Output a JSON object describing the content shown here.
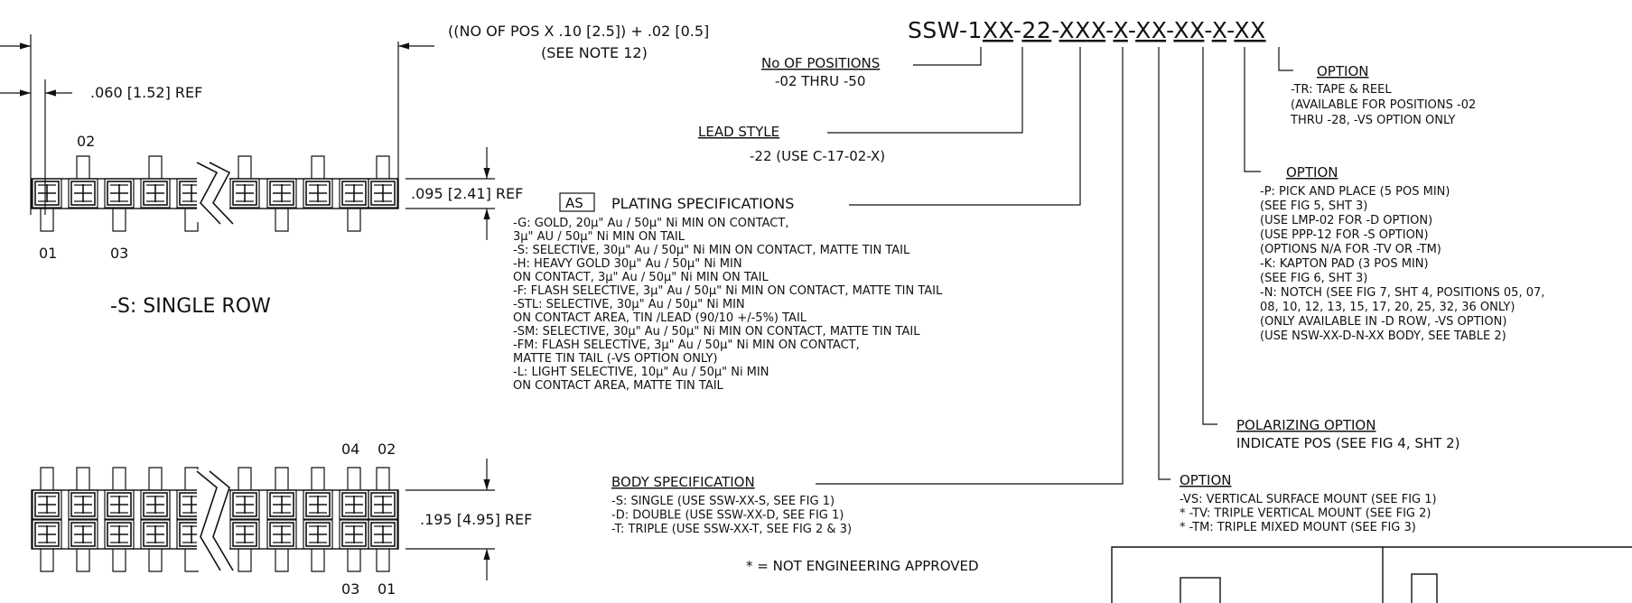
{
  "part_number": {
    "pre1": "SSW-1",
    "seg_positions": "XX",
    "dash1": "-",
    "seg_lead": "22",
    "dash2": "-",
    "seg_plating": "XXX",
    "dash3": "-",
    "seg_body": "X",
    "dash4": "-",
    "seg_option_vs": "XX",
    "dash5": "-",
    "seg_polarizing": "XX",
    "dash6": "-",
    "seg_option_p": "X",
    "dash7": "-",
    "seg_option_tr": "XX"
  },
  "dimensions": {
    "overall_line1": "((NO OF POS X .10 [2.5]) + .02 [0.5]",
    "overall_line2": "(SEE NOTE 12)",
    "pitch_ref": ".060 [1.52]  REF",
    "single_height": ".095 [2.41]  REF",
    "double_height": ".195 [4.95]  REF"
  },
  "single_row": {
    "label_02": "02",
    "label_01": "01",
    "label_03": "03",
    "caption": "-S: SINGLE ROW"
  },
  "double_row": {
    "label_04": "04",
    "label_02": "02",
    "label_03": "03",
    "label_01": "01"
  },
  "positions": {
    "title": "No OF POSITIONS",
    "line1": "-02 THRU -50"
  },
  "lead_style": {
    "title": "LEAD STYLE",
    "line1": "-22 (USE C-17-02-X)"
  },
  "plating": {
    "badge": "AS",
    "title": "PLATING SPECIFICATIONS",
    "lines": [
      "-G: GOLD, 20μ\" Au / 50μ\" Ni MIN ON CONTACT,",
      "    3μ\" AU / 50μ\" Ni MIN ON TAIL",
      "-S: SELECTIVE, 30μ\" Au / 50μ\" Ni MIN ON CONTACT, MATTE TIN TAIL",
      "-H: HEAVY GOLD 30μ\" Au / 50μ\" Ni MIN",
      "    ON CONTACT, 3μ\" Au / 50μ\" Ni MIN ON TAIL",
      "-F: FLASH SELECTIVE, 3μ\" Au / 50μ\" Ni MIN ON CONTACT, MATTE TIN TAIL",
      "-STL: SELECTIVE, 30μ\" Au / 50μ\" Ni MIN",
      "    ON CONTACT AREA, TIN /LEAD (90/10 +/-5%) TAIL",
      "-SM: SELECTIVE, 30μ\" Au / 50μ\" Ni MIN ON CONTACT, MATTE TIN TAIL",
      "-FM: FLASH SELECTIVE, 3μ\" Au / 50μ\" Ni MIN ON CONTACT,",
      "    MATTE TIN TAIL (-VS OPTION ONLY)",
      "-L: LIGHT SELECTIVE, 10μ\" Au / 50μ\" Ni MIN",
      "    ON CONTACT AREA, MATTE TIN TAIL"
    ]
  },
  "body_spec": {
    "title": "BODY SPECIFICATION",
    "lines": [
      "-S: SINGLE (USE SSW-XX-S, SEE FIG 1)",
      "-D: DOUBLE (USE SSW-XX-D, SEE FIG 1)",
      "-T: TRIPLE (USE SSW-XX-T, SEE FIG 2 & 3)"
    ]
  },
  "not_approved": "* = NOT ENGINEERING APPROVED",
  "option_tr": {
    "title": "OPTION",
    "lines": [
      "-TR: TAPE & REEL",
      "(AVAILABLE FOR POSITIONS -02",
      "THRU -28, -VS OPTION ONLY"
    ]
  },
  "option_p": {
    "title": "OPTION",
    "lines": [
      "-P: PICK AND PLACE (5 POS MIN)",
      "   (SEE FIG 5, SHT 3)",
      "   (USE LMP-02 FOR -D OPTION)",
      "   (USE PPP-12 FOR -S OPTION)",
      "   (OPTIONS N/A FOR -TV OR -TM)",
      "-K: KAPTON PAD (3 POS MIN)",
      "   (SEE FIG 6, SHT 3)",
      "-N: NOTCH (SEE FIG 7, SHT 4, POSITIONS 05, 07,",
      "      08, 10, 12, 13, 15, 17, 20, 25, 32, 36 ONLY)",
      "    (ONLY AVAILABLE IN -D ROW, -VS OPTION)",
      "    (USE NSW-XX-D-N-XX BODY, SEE TABLE 2)"
    ]
  },
  "polarizing": {
    "title": "POLARIZING OPTION",
    "line1": "INDICATE POS (SEE FIG 4, SHT 2)"
  },
  "option_vs": {
    "title": "OPTION",
    "lines": [
      "-VS: VERTICAL SURFACE MOUNT (SEE FIG 1)",
      "* -TV: TRIPLE VERTICAL MOUNT (SEE FIG 2)",
      "* -TM: TRIPLE MIXED MOUNT (SEE FIG 3)"
    ]
  }
}
